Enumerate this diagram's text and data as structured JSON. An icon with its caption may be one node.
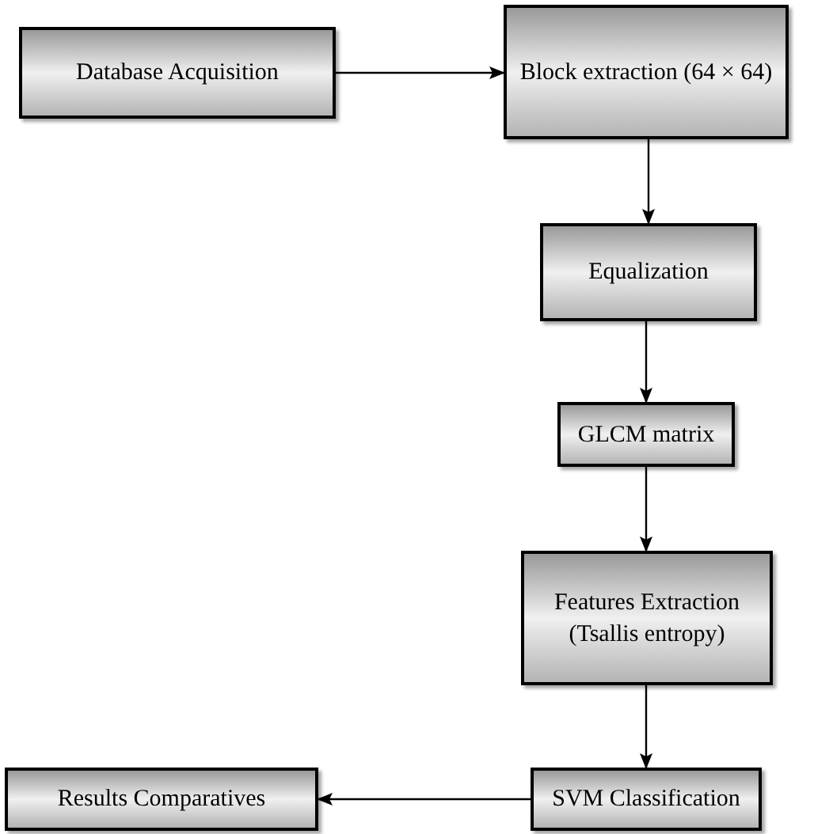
{
  "diagram": {
    "nodes": [
      {
        "text": [
          "Database Acquisition"
        ]
      },
      {
        "text": [
          "Block extraction (64 × 64)"
        ]
      },
      {
        "text": [
          "Equalization"
        ]
      },
      {
        "text": [
          "GLCM matrix"
        ]
      },
      {
        "text": [
          "Features Extraction (Tsallis entropy)"
        ]
      },
      {
        "text": [
          "SVM Classification"
        ]
      },
      {
        "text": [
          "Results Comparatives"
        ]
      }
    ],
    "edges": [
      {
        "from": 0,
        "to": 1,
        "arrow": "to"
      },
      {
        "from": 1,
        "to": 2,
        "arrow": "to"
      },
      {
        "from": 2,
        "to": 3,
        "arrow": "to"
      },
      {
        "from": 3,
        "to": 4,
        "arrow": "to"
      },
      {
        "from": 4,
        "to": 5,
        "arrow": "to"
      },
      {
        "from": 5,
        "to": 6,
        "arrow": "to"
      }
    ]
  }
}
